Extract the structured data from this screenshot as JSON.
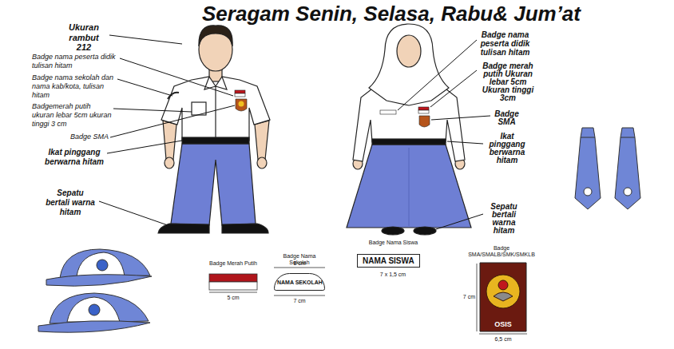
{
  "diagram": {
    "title": "Seragam Senin, Selasa, Rabu& Jum’at",
    "nodes": [
      {
        "text": [
          "NAMA SEKOLAH"
        ]
      },
      {
        "text": [
          "NAMA SISWA"
        ]
      },
      {
        "text": [
          "OSIS"
        ]
      }
    ],
    "labels": [
      "Ukuran rambut 212",
      "Badge nama peserta didik tulisan hitam",
      "Badge nama sekolah dan nama kab/kota, tulisan hitam",
      "Badgemerah putih ukuran lebar 5cm ukuran tinggi 3 cm",
      "Badge SMA",
      "Ikat pinggang berwarna hitam",
      "Sepatu bertali warna hitam",
      "Badge nama peserta didik tulisan hitam",
      "Badge merah putih Ukuran lebar 5cm Ukuran tinggi 3cm",
      "Badge SMA",
      "Ikat pinggang berwarna hitam",
      "Sepatu bertali warna hitam",
      "Badge Merah Putih",
      "5 cm",
      "Badge Nama Sekolah",
      "8 cm",
      "7 cm",
      "Badge Nama Siswa",
      "7 x 1,5 cm",
      "Badge SMA/SMALB/SMK/SMKLB",
      "6,5 cm",
      "7 cm"
    ]
  }
}
